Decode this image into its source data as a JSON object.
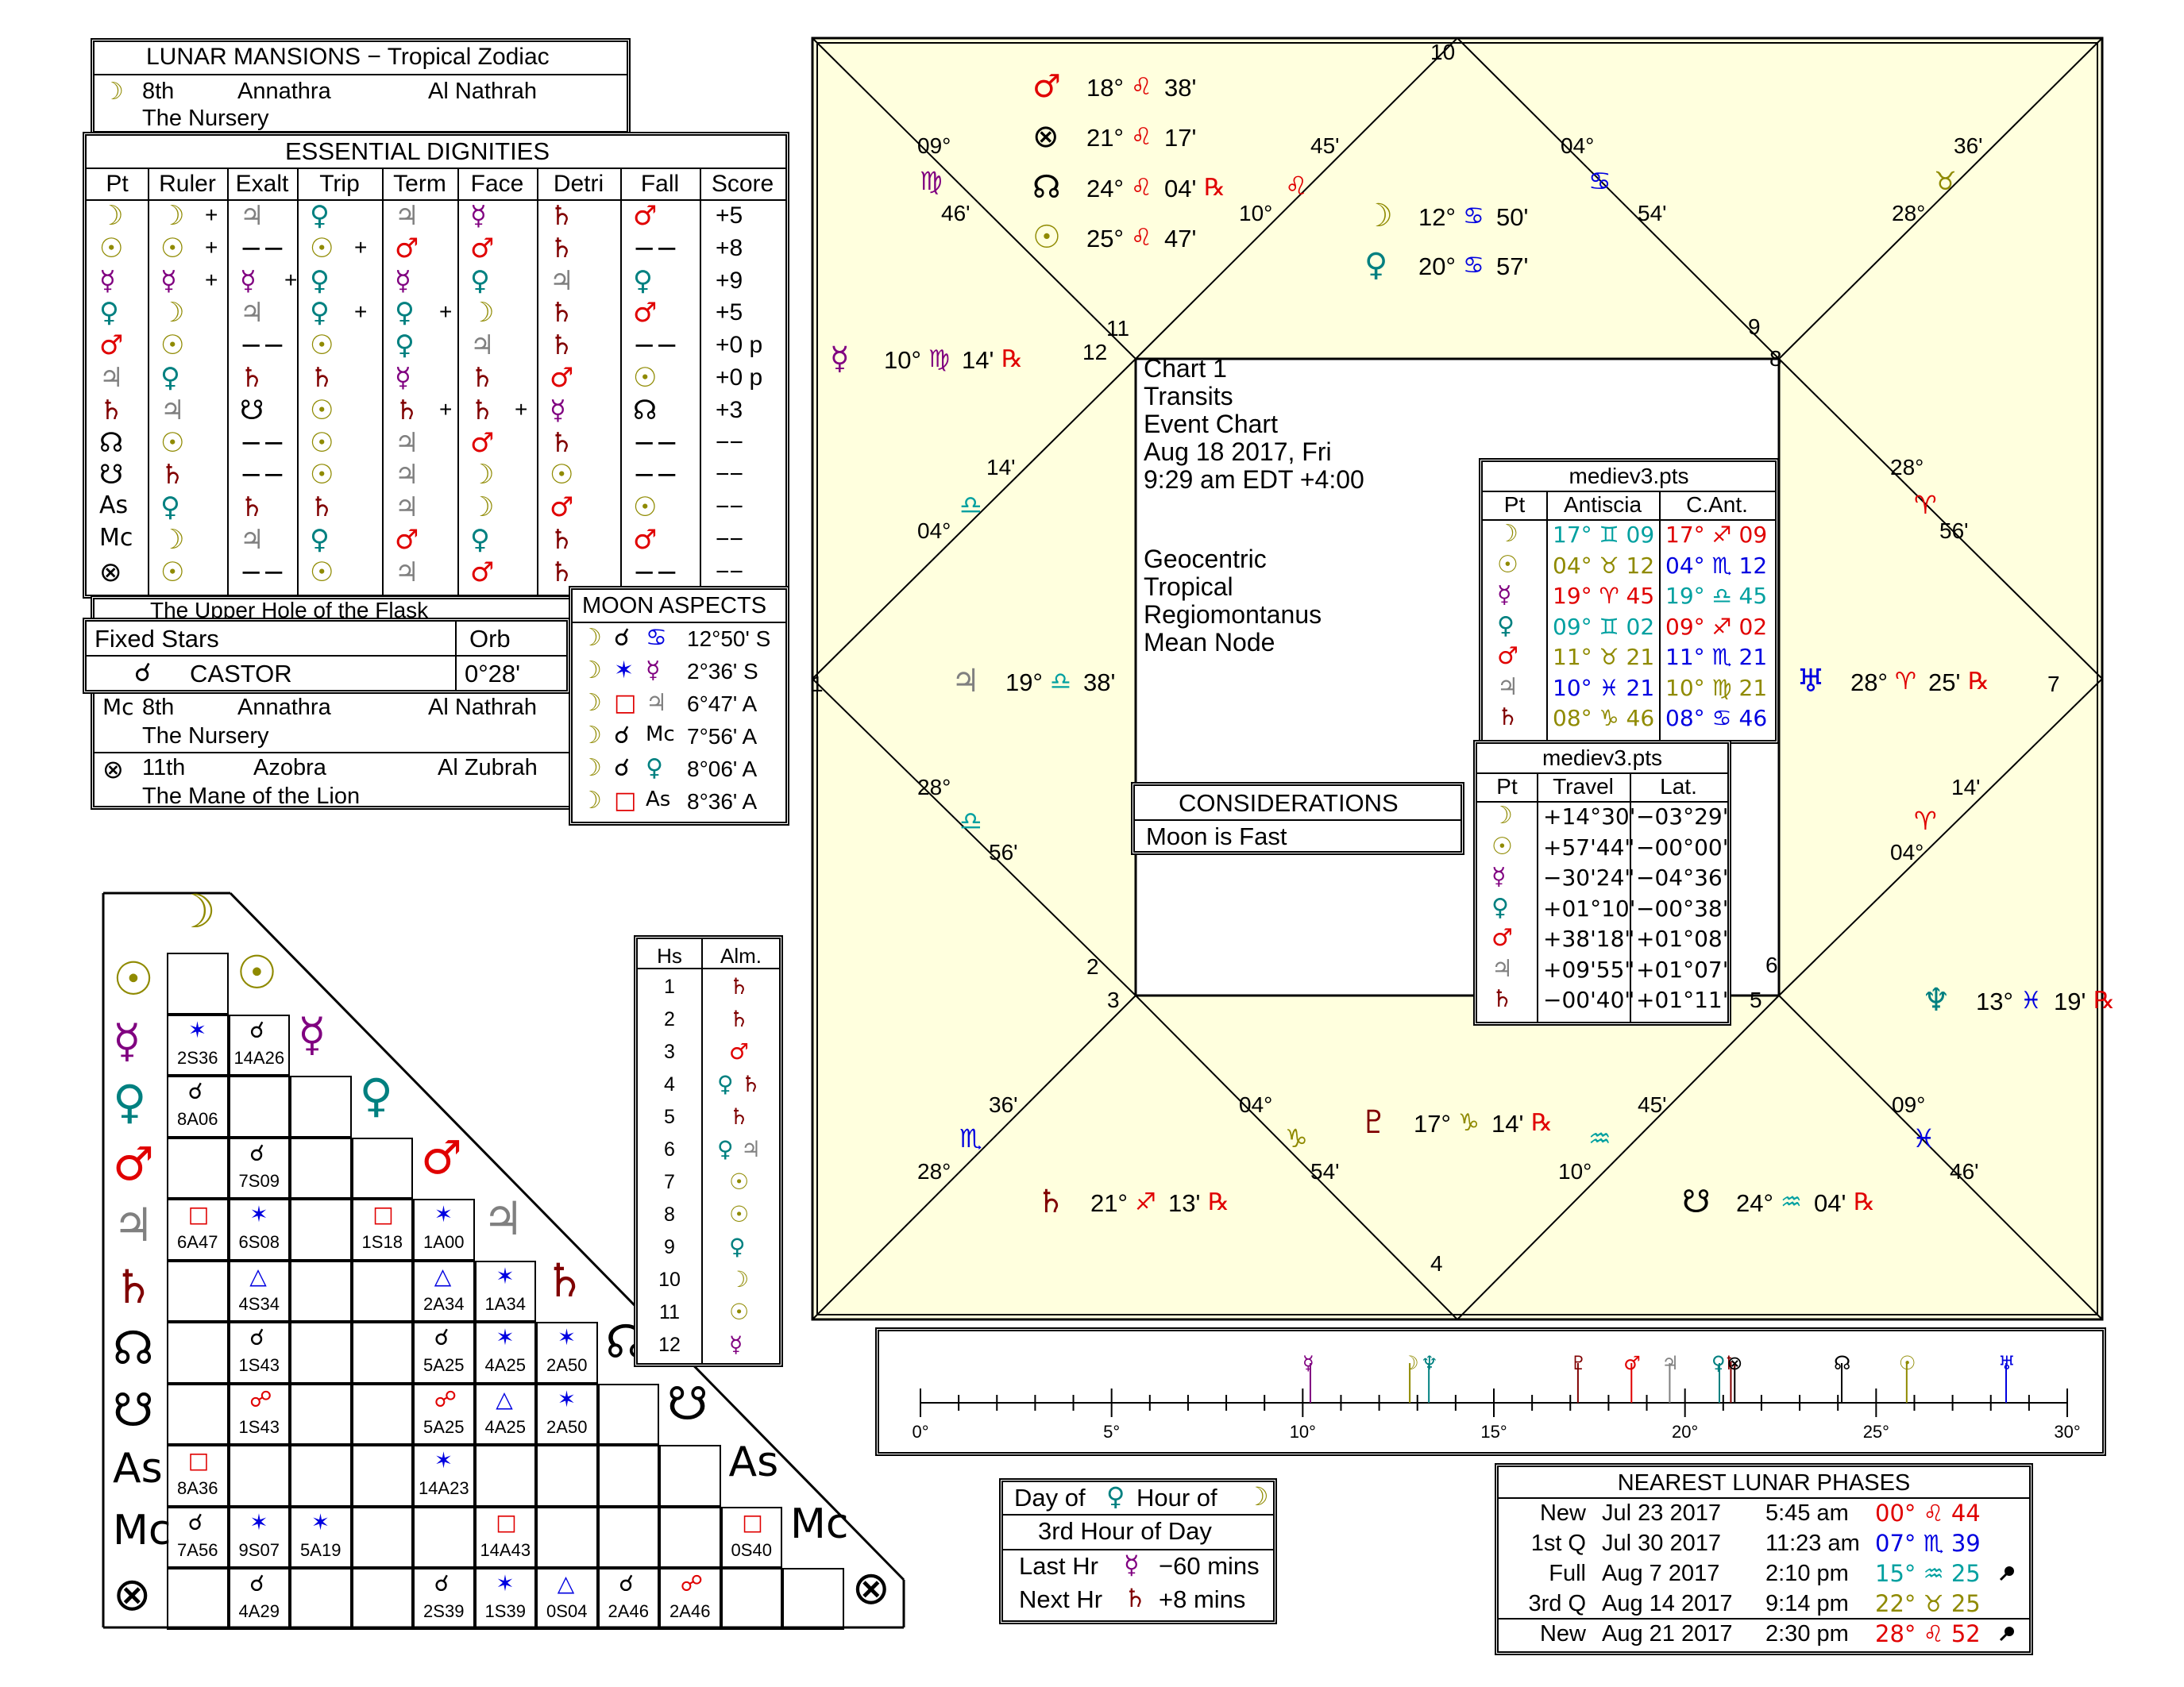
{
  "glyph_colors": {
    "moon": "#8f8a00",
    "sun": "#8f8a00",
    "mercury": "#800080",
    "venus": "#008080",
    "mars": "#e00000",
    "jupiter": "#808080",
    "saturn": "#800000",
    "node": "#000000",
    "dark": "#000000",
    "blue": "#0000e0",
    "cyan": "#00a0a0",
    "red": "#e00000"
  },
  "glyphs": {
    "moon": "☽",
    "sun": "☉",
    "mercury": "☿",
    "venus": "♀",
    "mars": "♂",
    "jupiter": "♃",
    "saturn": "♄",
    "north_node": "☊",
    "south_node": "☋",
    "uranus": "♅",
    "neptune": "♆",
    "pluto": "♇",
    "fortune": "⊗",
    "asc": "As",
    "mc": "Mc",
    "retro": "℞",
    "conj": "☌",
    "sextile": "✶",
    "square": "□",
    "trine": "△",
    "opp": "☍"
  },
  "lunar_mansions": {
    "title": "LUNAR MANSIONS − Tropical Zodiac",
    "rows": [
      {
        "glyph": "☽",
        "num": "8th",
        "name": "Annathra",
        "arabic": "Al Nathrah",
        "desc": "The Nursery"
      },
      {
        "desc": "The Upper Hole of the Flask"
      },
      {
        "glyph": "Mc",
        "num": "8th",
        "name": "Annathra",
        "arabic": "Al Nathrah",
        "desc": "The Nursery"
      },
      {
        "glyph": "⊗",
        "num": "11th",
        "name": "Azobra",
        "arabic": "Al Zubrah",
        "desc": "The Mane of the Lion"
      }
    ]
  },
  "dignities": {
    "title": "ESSENTIAL DIGNITIES",
    "headers": [
      "Pt",
      "Ruler",
      "Exalt",
      "Trip",
      "Term",
      "Face",
      "Detri",
      "Fall",
      "Score"
    ],
    "rows": [
      [
        "☽",
        "☽ +",
        "♃",
        "♀",
        "♃",
        "☿",
        "♄",
        "♂",
        "+5"
      ],
      [
        "☉",
        "☉ +",
        "−−",
        "☉ +",
        "♂",
        "♂",
        "♄",
        "−−",
        "+8"
      ],
      [
        "☿",
        "☿ +",
        "☿ +",
        "♀",
        "☿",
        "♀",
        "♃",
        "♀",
        "+9"
      ],
      [
        "♀",
        "☽",
        "♃",
        "♀ +",
        "♀ +",
        "☽",
        "♄",
        "♂",
        "+5"
      ],
      [
        "♂",
        "☉",
        "−−",
        "☉",
        "♀",
        "♃",
        "♄",
        "−−",
        "+0 p"
      ],
      [
        "♃",
        "♀",
        "♄",
        "♄",
        "☿",
        "♄",
        "♂",
        "☉",
        "+0 p"
      ],
      [
        "♄",
        "♃",
        "☋",
        "☉",
        "♄ +",
        "♄ +",
        "☿",
        "☊",
        "+3"
      ],
      [
        "☊",
        "☉",
        "−−",
        "☉",
        "♃",
        "♂",
        "♄",
        "−−",
        "−−"
      ],
      [
        "☋",
        "♄",
        "−−",
        "☉",
        "♃",
        "☽",
        "☉",
        "−−",
        "−−"
      ],
      [
        "As",
        "♀",
        "♄",
        "♄",
        "♃",
        "☽",
        "♂",
        "☉",
        "−−"
      ],
      [
        "Mc",
        "☽",
        "♃",
        "♀",
        "♂",
        "♀",
        "♄",
        "♂",
        "−−"
      ],
      [
        "⊗",
        "☉",
        "−−",
        "☉",
        "♃",
        "♂",
        "♄",
        "−−",
        "−−"
      ]
    ]
  },
  "fixed_stars": {
    "header": "Fixed Stars",
    "orb_header": "Orb",
    "rows": [
      {
        "p1": "♀",
        "asp": "☌",
        "star": "CASTOR",
        "orb": "0°28'"
      }
    ]
  },
  "moon_aspects": {
    "title": "MOON ASPECTS",
    "rows": [
      {
        "a": "☽",
        "asp": "☌",
        "b": "♋",
        "bc": "blue",
        "val": "12°50' S"
      },
      {
        "a": "☽",
        "asp": "✶",
        "b": "☿",
        "bc": "mercury",
        "val": "2°36' S"
      },
      {
        "a": "☽",
        "asp": "□",
        "b": "♃",
        "bc": "jupiter",
        "val": "6°47' A"
      },
      {
        "a": "☽",
        "asp": "☌",
        "b": "Mc",
        "bc": "dark",
        "val": "7°56' A"
      },
      {
        "a": "☽",
        "asp": "☌",
        "b": "♀",
        "bc": "venus",
        "val": "8°06' A"
      },
      {
        "a": "☽",
        "asp": "□",
        "b": "As",
        "bc": "dark",
        "val": "8°36' A"
      }
    ]
  },
  "aspect_grid": {
    "planets": [
      "☽",
      "☉",
      "☿",
      "♀",
      "♂",
      "♃",
      "♄",
      "☊",
      "☋",
      "As",
      "Mc",
      "⊗"
    ],
    "planet_colors": [
      "moon",
      "sun",
      "mercury",
      "venus",
      "mars",
      "jupiter",
      "saturn",
      "dark",
      "dark",
      "dark",
      "dark",
      "dark"
    ],
    "cells": [
      {
        "r": 2,
        "c": 0,
        "g": "✶",
        "v": "2S36",
        "col": "blue"
      },
      {
        "r": 2,
        "c": 1,
        "g": "☌",
        "v": "14A26",
        "col": "dark"
      },
      {
        "r": 3,
        "c": 0,
        "g": "☌",
        "v": "8A06",
        "col": "dark"
      },
      {
        "r": 4,
        "c": 1,
        "g": "☌",
        "v": "7S09",
        "col": "dark"
      },
      {
        "r": 5,
        "c": 0,
        "g": "□",
        "v": "6A47",
        "col": "red"
      },
      {
        "r": 5,
        "c": 1,
        "g": "✶",
        "v": "6S08",
        "col": "blue"
      },
      {
        "r": 5,
        "c": 3,
        "g": "□",
        "v": "1S18",
        "col": "red"
      },
      {
        "r": 5,
        "c": 4,
        "g": "✶",
        "v": "1A00",
        "col": "blue"
      },
      {
        "r": 6,
        "c": 1,
        "g": "△",
        "v": "4S34",
        "col": "blue"
      },
      {
        "r": 6,
        "c": 4,
        "g": "△",
        "v": "2A34",
        "col": "blue"
      },
      {
        "r": 6,
        "c": 5,
        "g": "✶",
        "v": "1A34",
        "col": "blue"
      },
      {
        "r": 7,
        "c": 1,
        "g": "☌",
        "v": "1S43",
        "col": "dark"
      },
      {
        "r": 7,
        "c": 4,
        "g": "☌",
        "v": "5A25",
        "col": "dark"
      },
      {
        "r": 7,
        "c": 5,
        "g": "✶",
        "v": "4A25",
        "col": "blue"
      },
      {
        "r": 7,
        "c": 6,
        "g": "✶",
        "v": "2A50",
        "col": "blue"
      },
      {
        "r": 8,
        "c": 1,
        "g": "☍",
        "v": "1S43",
        "col": "red"
      },
      {
        "r": 8,
        "c": 4,
        "g": "☍",
        "v": "5A25",
        "col": "red"
      },
      {
        "r": 8,
        "c": 5,
        "g": "△",
        "v": "4A25",
        "col": "blue"
      },
      {
        "r": 8,
        "c": 6,
        "g": "✶",
        "v": "2A50",
        "col": "blue"
      },
      {
        "r": 9,
        "c": 0,
        "g": "□",
        "v": "8A36",
        "col": "red"
      },
      {
        "r": 9,
        "c": 4,
        "g": "✶",
        "v": "14A23",
        "col": "blue"
      },
      {
        "r": 10,
        "c": 0,
        "g": "☌",
        "v": "7A56",
        "col": "dark"
      },
      {
        "r": 10,
        "c": 1,
        "g": "✶",
        "v": "9S07",
        "col": "blue"
      },
      {
        "r": 10,
        "c": 2,
        "g": "✶",
        "v": "5A19",
        "col": "blue"
      },
      {
        "r": 10,
        "c": 5,
        "g": "□",
        "v": "14A43",
        "col": "red"
      },
      {
        "r": 10,
        "c": 9,
        "g": "□",
        "v": "0S40",
        "col": "red"
      },
      {
        "r": 11,
        "c": 1,
        "g": "☌",
        "v": "4A29",
        "col": "dark"
      },
      {
        "r": 11,
        "c": 4,
        "g": "☌",
        "v": "2S39",
        "col": "dark"
      },
      {
        "r": 11,
        "c": 5,
        "g": "✶",
        "v": "1S39",
        "col": "blue"
      },
      {
        "r": 11,
        "c": 6,
        "g": "△",
        "v": "0S04",
        "col": "blue"
      },
      {
        "r": 11,
        "c": 7,
        "g": "☌",
        "v": "2A46",
        "col": "dark"
      },
      {
        "r": 11,
        "c": 8,
        "g": "☍",
        "v": "2A46",
        "col": "red"
      }
    ]
  },
  "almutens": {
    "headers": [
      "Hs",
      "Alm."
    ],
    "rows": [
      {
        "h": "1",
        "g": [
          "♄"
        ]
      },
      {
        "h": "2",
        "g": [
          "♄"
        ]
      },
      {
        "h": "3",
        "g": [
          "♂"
        ]
      },
      {
        "h": "4",
        "g": [
          "♀",
          "♄"
        ]
      },
      {
        "h": "5",
        "g": [
          "♄"
        ]
      },
      {
        "h": "6",
        "g": [
          "♀",
          "♃"
        ]
      },
      {
        "h": "7",
        "g": [
          "☉"
        ]
      },
      {
        "h": "8",
        "g": [
          "☉"
        ]
      },
      {
        "h": "9",
        "g": [
          "♀"
        ]
      },
      {
        "h": "10",
        "g": [
          "☽"
        ]
      },
      {
        "h": "11",
        "g": [
          "☉"
        ]
      },
      {
        "h": "12",
        "g": [
          "☿"
        ]
      }
    ]
  },
  "chart_info": {
    "lines": [
      "Chart 1",
      "Transits",
      "Event Chart",
      "Aug 18 2017, Fri",
      "9:29 am  EDT +4:00"
    ],
    "lines2": [
      "Geocentric",
      "Tropical",
      "Regiomontanus",
      "Mean Node"
    ]
  },
  "considerations": {
    "title": "CONSIDERATIONS",
    "text": "Moon is Fast"
  },
  "antiscia": {
    "title": "mediev3.pts",
    "headers": [
      "Pt",
      "Antiscia",
      "C.Ant."
    ],
    "rows": [
      {
        "p": "☽",
        "pc": "moon",
        "a": "17° ♊ 09",
        "ac": "cyan",
        "c": "17° ♐ 09",
        "cc": "red"
      },
      {
        "p": "☉",
        "pc": "sun",
        "a": "04° ♉ 12",
        "ac": "moon",
        "c": "04° ♏ 12",
        "cc": "blue"
      },
      {
        "p": "☿",
        "pc": "mercury",
        "a": "19° ♈ 45",
        "ac": "red",
        "c": "19° ♎ 45",
        "cc": "cyan"
      },
      {
        "p": "♀",
        "pc": "venus",
        "a": "09° ♊ 02",
        "ac": "cyan",
        "c": "09° ♐ 02",
        "cc": "red"
      },
      {
        "p": "♂",
        "pc": "mars",
        "a": "11° ♉ 21",
        "ac": "moon",
        "c": "11° ♏ 21",
        "cc": "blue"
      },
      {
        "p": "♃",
        "pc": "jupiter",
        "a": "10° ♓ 21",
        "ac": "blue",
        "c": "10° ♍ 21",
        "cc": "moon"
      },
      {
        "p": "♄",
        "pc": "saturn",
        "a": "08° ♑ 46",
        "ac": "moon",
        "c": "08° ♋ 46",
        "cc": "blue"
      }
    ]
  },
  "travel": {
    "title": "mediev3.pts",
    "headers": [
      "Pt",
      "Travel",
      "Lat."
    ],
    "rows": [
      {
        "p": "☽",
        "pc": "moon",
        "t": "+14°30'",
        "l": "−03°29'"
      },
      {
        "p": "☉",
        "pc": "sun",
        "t": "+57'44\"",
        "l": "−00°00'"
      },
      {
        "p": "☿",
        "pc": "mercury",
        "t": "−30'24\"",
        "l": "−04°36'"
      },
      {
        "p": "♀",
        "pc": "venus",
        "t": "+01°10'",
        "l": "−00°38'"
      },
      {
        "p": "♂",
        "pc": "mars",
        "t": "+38'18\"",
        "l": "+01°08'"
      },
      {
        "p": "♃",
        "pc": "jupiter",
        "t": "+09'55\"",
        "l": "+01°07'"
      },
      {
        "p": "♄",
        "pc": "saturn",
        "t": "−00'40\"",
        "l": "+01°11'"
      }
    ]
  },
  "house_numbers": [
    "1",
    "2",
    "3",
    "4",
    "5",
    "6",
    "7",
    "8",
    "9",
    "10",
    "11",
    "12"
  ],
  "cusp_labels": [
    {
      "deg": "09°",
      "sign": "♍",
      "sc": "mercury",
      "min": "46'"
    },
    {
      "deg": "45'",
      "sign": "♌",
      "sc": "red",
      "min": "10°"
    },
    {
      "deg": "04°",
      "sign": "♋",
      "sc": "blue",
      "min": "54'"
    },
    {
      "deg": "36'",
      "sign": "♉",
      "sc": "moon",
      "min": "28°"
    },
    {
      "deg": "14'",
      "sign": "♎",
      "sc": "cyan",
      "min": "04°"
    },
    {
      "deg": "28°",
      "sign": "♈",
      "sc": "red",
      "min": "56'"
    },
    {
      "deg": "28°",
      "sign": "♎",
      "sc": "cyan",
      "min": "56'"
    },
    {
      "deg": "14'",
      "sign": "♈",
      "sc": "red",
      "min": "04°"
    },
    {
      "deg": "36'",
      "sign": "♏",
      "sc": "blue",
      "min": "28°"
    },
    {
      "deg": "04°",
      "sign": "♑",
      "sc": "moon",
      "min": "54'"
    },
    {
      "deg": "45'",
      "sign": "♒",
      "sc": "cyan",
      "min": "10°"
    },
    {
      "deg": "09°",
      "sign": "♓",
      "sc": "blue",
      "min": "46'"
    }
  ],
  "planet_positions": [
    {
      "g": "♂",
      "gc": "mars",
      "d": "18°",
      "s": "♌",
      "sc": "red",
      "m": "38'",
      "r": ""
    },
    {
      "g": "⊗",
      "gc": "dark",
      "d": "21°",
      "s": "♌",
      "sc": "red",
      "m": "17'",
      "r": ""
    },
    {
      "g": "☊",
      "gc": "dark",
      "d": "24°",
      "s": "♌",
      "sc": "red",
      "m": "04'",
      "r": "℞"
    },
    {
      "g": "☉",
      "gc": "sun",
      "d": "25°",
      "s": "♌",
      "sc": "red",
      "m": "47'",
      "r": ""
    },
    {
      "g": "☽",
      "gc": "moon",
      "d": "12°",
      "s": "♋",
      "sc": "blue",
      "m": "50'",
      "r": ""
    },
    {
      "g": "♀",
      "gc": "venus",
      "d": "20°",
      "s": "♋",
      "sc": "blue",
      "m": "57'",
      "r": ""
    },
    {
      "g": "☿",
      "gc": "mercury",
      "d": "10°",
      "s": "♍",
      "sc": "mercury",
      "m": "14'",
      "r": "℞"
    },
    {
      "g": "♃",
      "gc": "jupiter",
      "d": "19°",
      "s": "♎",
      "sc": "cyan",
      "m": "38'",
      "r": ""
    },
    {
      "g": "♅",
      "gc": "blue",
      "d": "28°",
      "s": "♈",
      "sc": "red",
      "m": "25'",
      "r": "℞"
    },
    {
      "g": "♆",
      "gc": "venus",
      "d": "13°",
      "s": "♓",
      "sc": "blue",
      "m": "19'",
      "r": "℞"
    },
    {
      "g": "♇",
      "gc": "saturn",
      "d": "17°",
      "s": "♑",
      "sc": "moon",
      "m": "14'",
      "r": "℞"
    },
    {
      "g": "♄",
      "gc": "saturn",
      "d": "21°",
      "s": "♐",
      "sc": "red",
      "m": "13'",
      "r": "℞"
    },
    {
      "g": "☋",
      "gc": "dark",
      "d": "24°",
      "s": "♒",
      "sc": "cyan",
      "m": "04'",
      "r": "℞"
    }
  ],
  "dial": {
    "ticks": [
      "0°",
      "5°",
      "10°",
      "15°",
      "20°",
      "25°",
      "30°"
    ],
    "range": [
      0,
      30
    ],
    "marks": [
      {
        "g": "☿",
        "gc": "mercury",
        "v": 10.2
      },
      {
        "g": "☽",
        "gc": "moon",
        "v": 12.8
      },
      {
        "g": "♆",
        "gc": "venus",
        "v": 13.3
      },
      {
        "g": "♇",
        "gc": "saturn",
        "v": 17.2
      },
      {
        "g": "♂",
        "gc": "mars",
        "v": 18.6
      },
      {
        "g": "♃",
        "gc": "jupiter",
        "v": 19.6
      },
      {
        "g": "♀",
        "gc": "venus",
        "v": 20.9
      },
      {
        "g": "♄",
        "gc": "saturn",
        "v": 21.2
      },
      {
        "g": "⊗",
        "gc": "dark",
        "v": 21.3
      },
      {
        "g": "☊",
        "gc": "dark",
        "v": 24.1
      },
      {
        "g": "☉",
        "gc": "sun",
        "v": 25.8
      },
      {
        "g": "♅",
        "gc": "blue",
        "v": 28.4
      }
    ]
  },
  "hours": {
    "l1a": "Day of",
    "l1g": "♀",
    "l1b": "Hour of",
    "l1g2": "☽",
    "l2": "3rd Hour of Day",
    "l3a": "Last Hr",
    "l3g": "☿",
    "l3b": "−60 mins",
    "l4a": "Next Hr",
    "l4g": "♄",
    "l4b": "+8 mins"
  },
  "lunar_phases": {
    "title": "NEAREST LUNAR PHASES",
    "rows": [
      {
        "ph": "New",
        "date": "Jul 23 2017",
        "time": "5:45 am",
        "pos": "00° ♌ 44",
        "pc": "red",
        "icon": ""
      },
      {
        "ph": "1st Q",
        "date": "Jul 30 2017",
        "time": "11:23 am",
        "pos": "07° ♏ 39",
        "pc": "blue",
        "icon": ""
      },
      {
        "ph": "Full",
        "date": "Aug 7 2017",
        "time": "2:10 pm",
        "pos": "15° ♒ 25",
        "pc": "cyan",
        "icon": "eclipse"
      },
      {
        "ph": "3rd Q",
        "date": "Aug 14 2017",
        "time": "9:14 pm",
        "pos": "22° ♉ 25",
        "pc": "moon",
        "icon": ""
      },
      {
        "ph": "New",
        "date": "Aug 21 2017",
        "time": "2:30 pm",
        "pos": "28° ♌ 52",
        "pc": "red",
        "icon": "eclipse"
      }
    ]
  }
}
